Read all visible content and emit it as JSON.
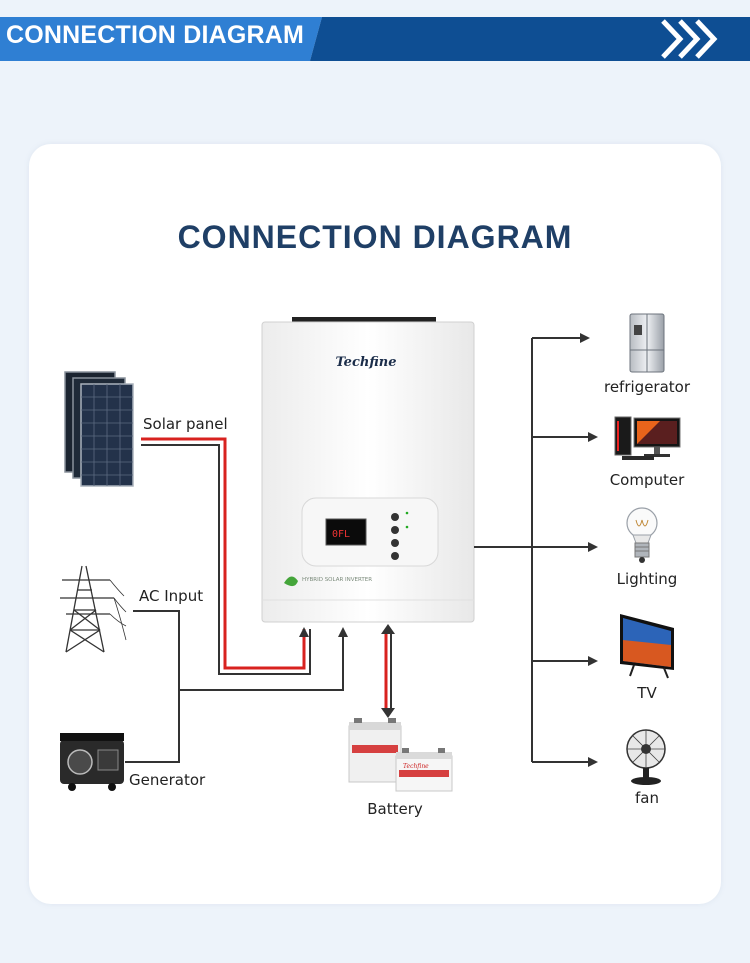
{
  "header": {
    "title": "CONNECTION DIAGRAM"
  },
  "card": {
    "title": "CONNECTION DIAGRAM"
  },
  "inverter": {
    "brand": "Techfine",
    "badge": "HYBRID SOLAR INVERTER"
  },
  "inputs": {
    "solar": "Solar panel",
    "ac": "AC Input",
    "generator": "Generator"
  },
  "battery": {
    "label": "Battery",
    "brand": "Techfine"
  },
  "loads": {
    "refrigerator": "refrigerator",
    "computer": "Computer",
    "lighting": "Lighting",
    "tv": "TV",
    "fan": "fan"
  },
  "colors": {
    "banner": "#0e4e93",
    "banner_light": "#2f7fd3",
    "title": "#1f3f66",
    "wire_red": "#d8221f",
    "wire_dark": "#333333"
  }
}
